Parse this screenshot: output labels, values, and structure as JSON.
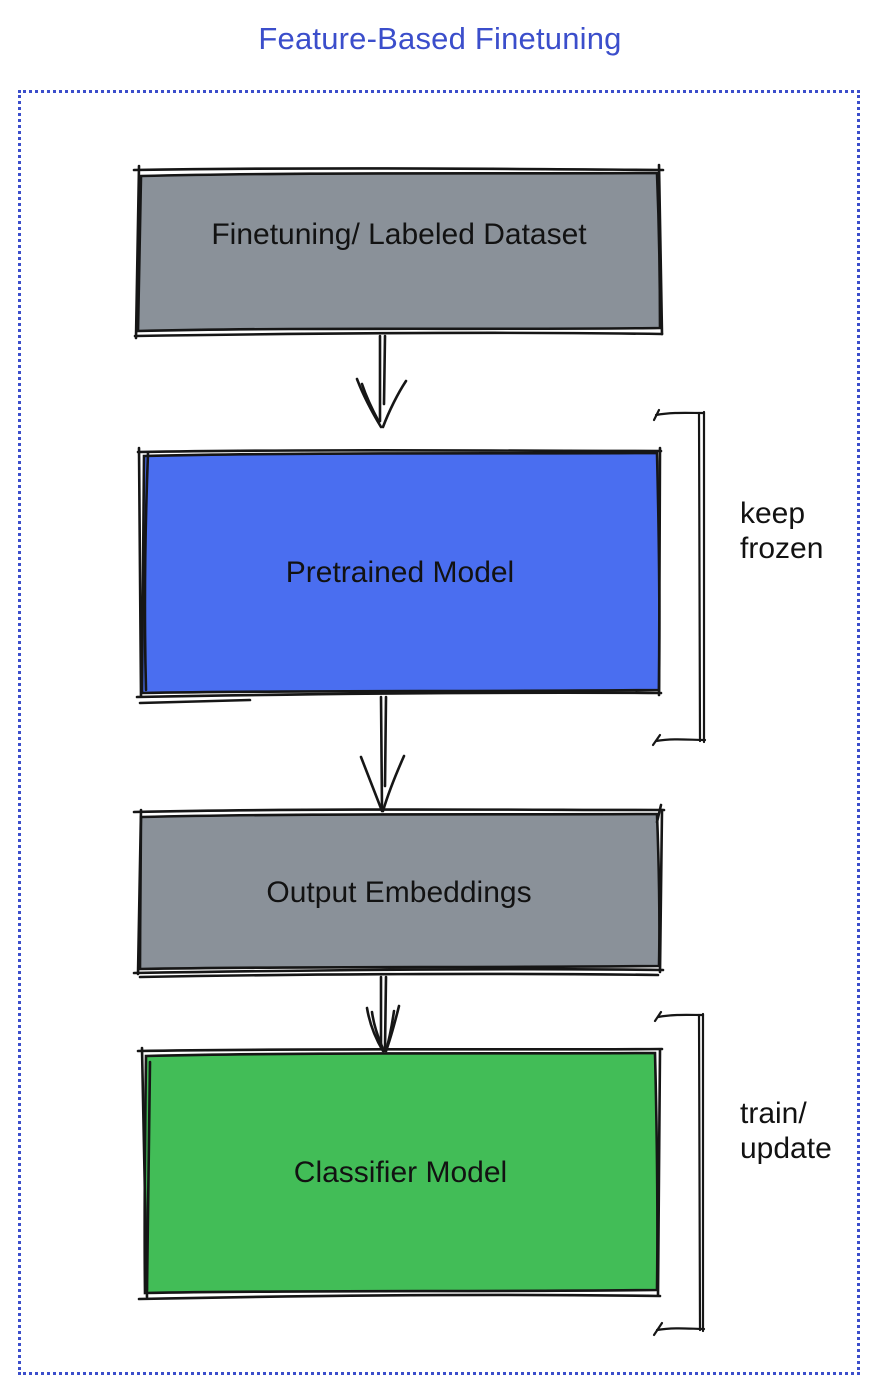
{
  "title": {
    "text": "Feature-Based Finetuning",
    "color": "#3B4ECB"
  },
  "frame": {
    "border_color": "#3B4ECB",
    "style": "dotted"
  },
  "boxes": {
    "dataset": {
      "label": "Finetuning/ Labeled Dataset",
      "fill": "#8A9199"
    },
    "pretrained": {
      "label": "Pretrained Model",
      "fill": "#4A6EF0"
    },
    "embeddings": {
      "label": "Output Embeddings",
      "fill": "#8A9199"
    },
    "classifier": {
      "label": "Classifier Model",
      "fill": "#42BD57"
    }
  },
  "annotations": {
    "keep_frozen": {
      "line1": "keep",
      "line2": "frozen",
      "target": "pretrained"
    },
    "train_update": {
      "line1": "train/",
      "line2": "update",
      "target": "classifier"
    }
  },
  "edges": [
    {
      "from": "dataset",
      "to": "pretrained"
    },
    {
      "from": "pretrained",
      "to": "embeddings"
    },
    {
      "from": "embeddings",
      "to": "classifier"
    }
  ],
  "stroke_color": "#161616"
}
